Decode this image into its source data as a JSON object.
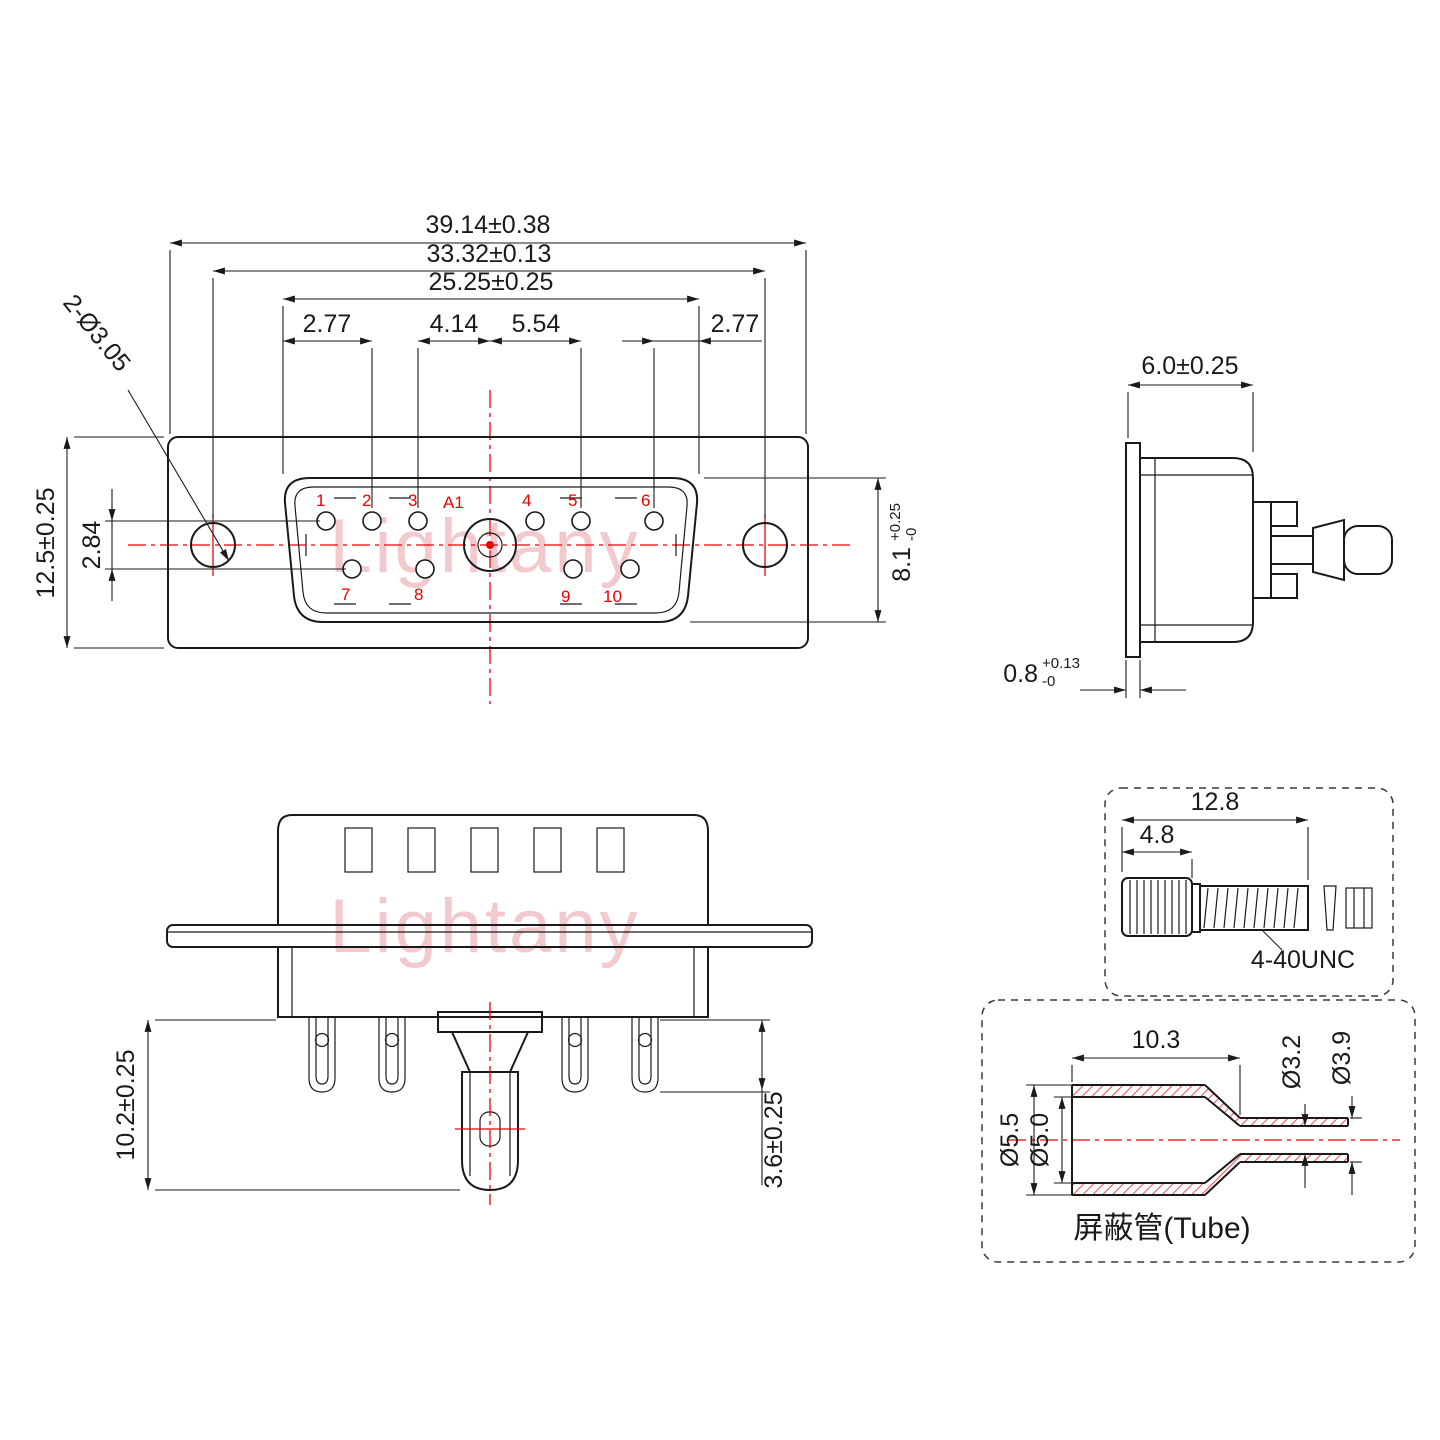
{
  "watermark": {
    "text": "Lightany"
  },
  "colors": {
    "line": "#1a1a1a",
    "accent_red": "#ee0000",
    "watermark_pink": "#f2c9cd"
  },
  "front_view": {
    "dims": {
      "overall_width": "39.14±0.38",
      "mount_width": "33.32±0.13",
      "shell_width": "25.25±0.25",
      "pitch_left": "2.77",
      "pitch_mid_left": "4.14",
      "pitch_mid_right": "5.54",
      "pitch_right": "2.77",
      "flange_height": "12.5±0.25",
      "row_spacing": "2.84",
      "mount_holes": "2-Ø3.05",
      "shell_height": "8.1",
      "shell_height_tol_up": "+0.25",
      "shell_height_tol_dn": "-0"
    },
    "pins": {
      "p1": "1",
      "p2": "2",
      "p3": "3",
      "pa1": "A1",
      "p4": "4",
      "p5": "5",
      "p6": "6",
      "p7": "7",
      "p8": "8",
      "p9": "9",
      "p10": "10"
    }
  },
  "side_view": {
    "dims": {
      "shell_depth": "6.0±0.25",
      "flange_thickness": "0.8",
      "flange_tol_up": "+0.13",
      "flange_tol_dn": "-0"
    }
  },
  "rear_view": {
    "dims": {
      "insulator_depth": "10.2±0.25",
      "tail_length": "3.6±0.25"
    }
  },
  "screw_detail": {
    "dims": {
      "total_length": "12.8",
      "head_length": "4.8"
    },
    "thread_label": "4-40UNC"
  },
  "tube_detail": {
    "dims": {
      "length": "10.3",
      "outer_dia": "Ø5.5",
      "inner_dia": "Ø5.0",
      "small_inner_dia": "Ø3.2",
      "small_outer_dia": "Ø3.9"
    },
    "label": "屏蔽管(Tube)"
  }
}
